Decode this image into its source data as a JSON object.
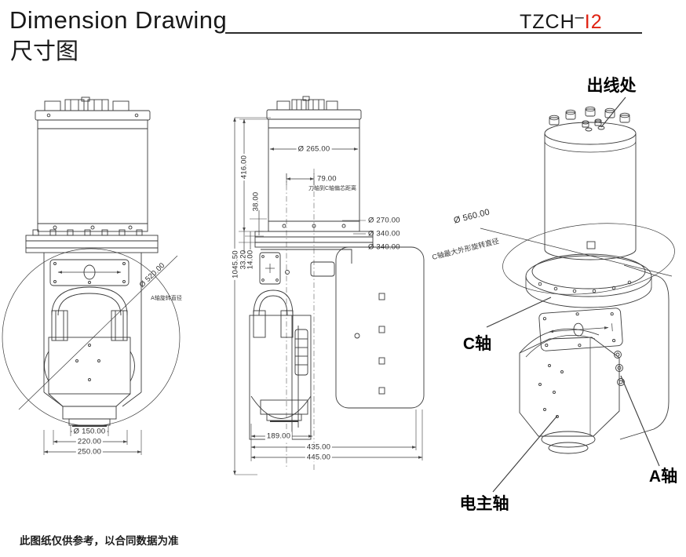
{
  "header": {
    "title_en": "Dimension Drawing",
    "title_zh": "尺寸图",
    "model_prefix": "TZCH",
    "model_dash": "–",
    "model_suffix": "I2"
  },
  "front_view": {
    "dim_a_rotation_dia": "Ø 520.00",
    "dim_a_rotation_note": "A轴旋转直径",
    "dim_nose_dia": "Ø 150.00",
    "dim_width_inner": "220.00",
    "dim_width_outer": "250.00"
  },
  "side_view": {
    "dim_top_dia": "Ø 265.00",
    "dim_offset": "79.00",
    "dim_offset_note": "刀轴到C轴偏芯距离",
    "dim_body_height": "416.00",
    "dim_38": "38.00",
    "dim_total_height": "1045.50",
    "dim_33_2": "33.20",
    "dim_14": "14.00",
    "dim_dia_270": "Ø 270.00",
    "dim_dia_340_a": "Ø 340.00",
    "dim_dia_340_b": "Ø 340.00",
    "dim_189": "189.00",
    "dim_435": "435.00",
    "dim_445": "445.00"
  },
  "iso_view": {
    "label_outlet": "出线处",
    "dim_c_rotation_dia": "Ø 560.00",
    "dim_c_rotation_note": "C轴最大外形旋转直径",
    "label_c_axis": "C轴",
    "label_a_axis": "A轴",
    "label_spindle": "电主轴"
  },
  "footer": {
    "disclaimer": "此图纸仅供参考，以合同数据为准"
  }
}
